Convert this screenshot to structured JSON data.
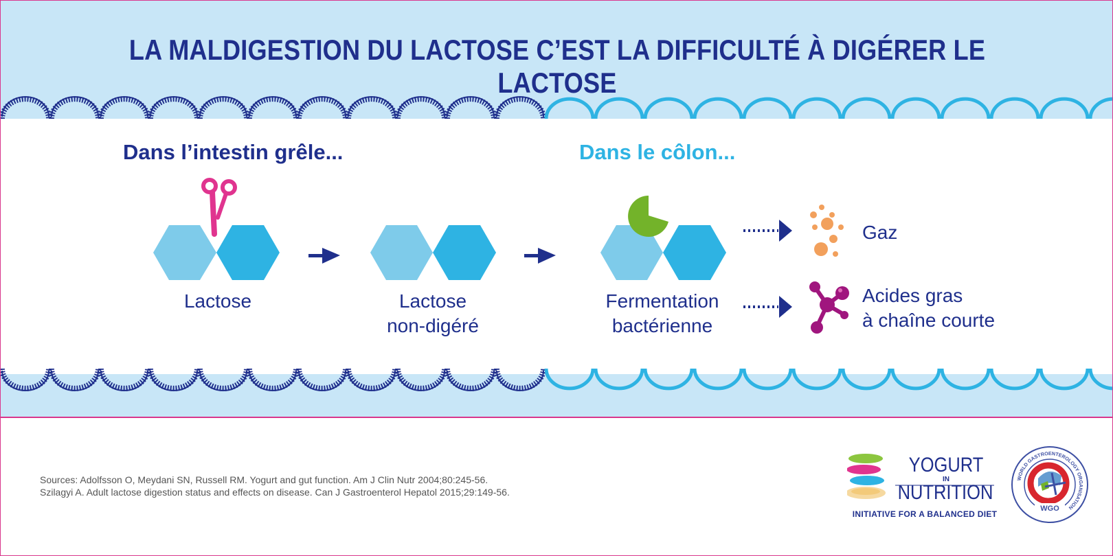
{
  "title": "LA MALDIGESTION DU LACTOSE C’EST LA DIFFICULTÉ À DIGÉRER LE LACTOSE",
  "sections": {
    "small_intestine": "Dans l’intestin grêle...",
    "colon": "Dans le côlon..."
  },
  "steps": {
    "lactose": "Lactose",
    "undigested_line1": "Lactose",
    "undigested_line2": "non-digéré",
    "fermentation_line1": "Fermentation",
    "fermentation_line2": "bactérienne"
  },
  "outputs": {
    "gas": "Gaz",
    "fatty_acids_line1": "Acides gras",
    "fatty_acids_line2": "à chaîne courte"
  },
  "sources": {
    "line1": "Sources: Adolfsson O, Meydani SN, Russell RM. Yogurt and gut function. Am J Clin Nutr 2004;80:245-56.",
    "line2": "Szilagyi A. Adult lactose digestion status and effects on disease. Can J Gastroenterol Hepatol 2015;29:149-56."
  },
  "logos": {
    "yogurt_in_nutrition": {
      "word1": "YOGURT",
      "word2": "IN",
      "word3": "NUTRITION",
      "tagline": "INITIATIVE FOR A BALANCED DIET"
    },
    "wgo": {
      "ring_text": "WORLD GASTROENTEROLOGY ORGANISATION",
      "short": "WGO"
    }
  },
  "icons": {
    "scissors": "scissors-icon",
    "bacteria": "bacteria-pacman-icon",
    "gas": "gas-bubbles-icon",
    "molecule": "molecule-icon"
  },
  "colors": {
    "navy": "#1f2f8c",
    "light_blue": "#7ecbea",
    "mid_blue": "#2eb3e3",
    "band": "#c8e6f7",
    "pink": "#e0348f",
    "green": "#73b32a",
    "orange": "#f2a05c",
    "purple": "#a0167e"
  }
}
